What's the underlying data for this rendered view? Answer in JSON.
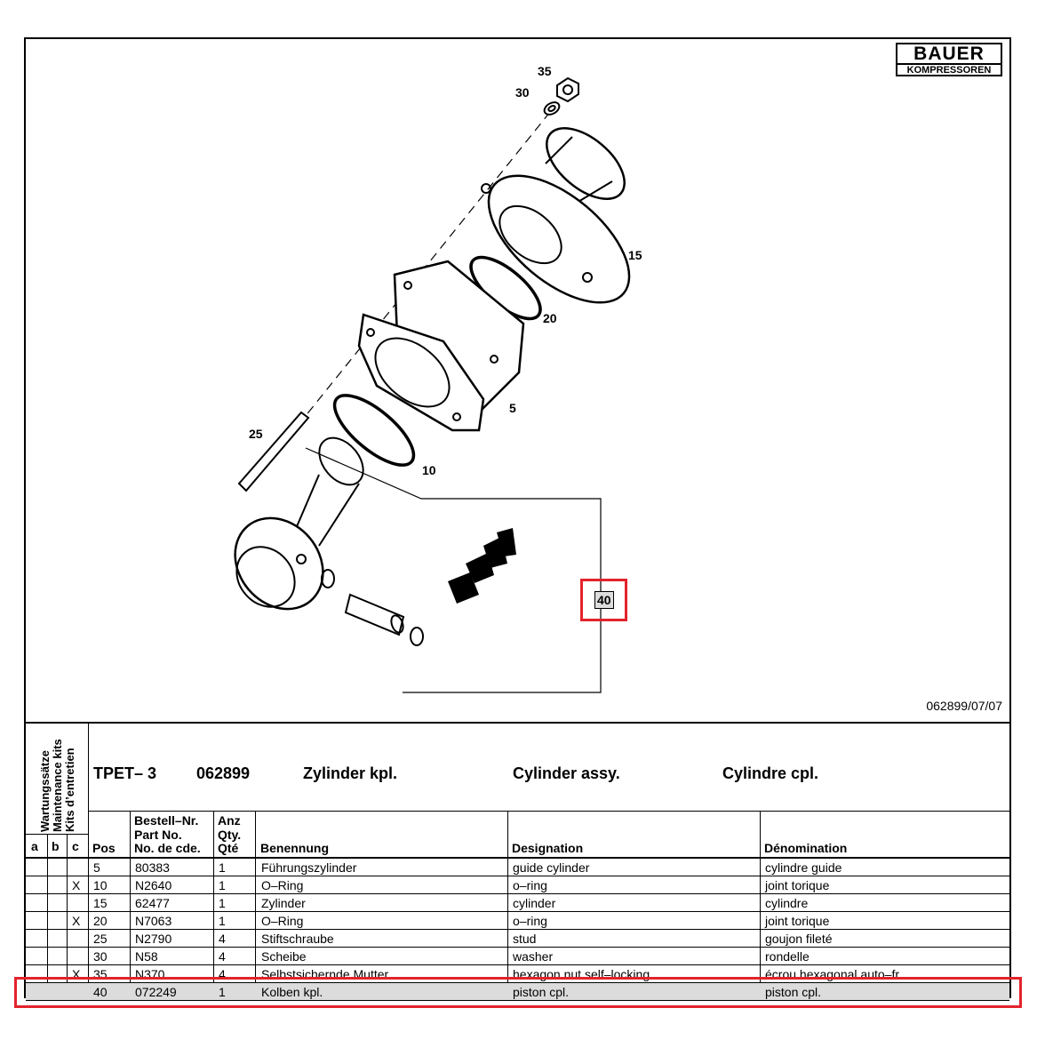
{
  "logo": {
    "line1": "BAUER",
    "line2": "KOMPRESSOREN"
  },
  "doc_ref": "062899/07/07",
  "callouts": {
    "p35": "35",
    "p30": "30",
    "p15": "15",
    "p20": "20",
    "p5": "5",
    "p25": "25",
    "p10": "10",
    "p40": "40"
  },
  "kits_labels": [
    "Wartungssätze",
    "Maintenance kits",
    "Kits d’entretien"
  ],
  "header": {
    "model": "TPET– 3",
    "code": "062899",
    "de": "Zylinder kpl.",
    "en": "Cylinder assy.",
    "fr": "Cylindre cpl."
  },
  "columns": {
    "a": "a",
    "b": "b",
    "c": "c",
    "pos": "Pos",
    "partno_1": "Bestell–Nr.",
    "partno_2": "Part No.",
    "partno_3": "No. de cde.",
    "qty_1": "Anz",
    "qty_2": "Qty.",
    "qty_3": "Qté",
    "benennung": "Benennung",
    "designation": "Designation",
    "denomination": "Dénomination"
  },
  "rows": [
    {
      "a": "",
      "b": "",
      "c": "",
      "pos": "5",
      "part": "80383",
      "qty": "1",
      "de": "Führungszylinder",
      "en": "guide cylinder",
      "fr": "cylindre guide"
    },
    {
      "a": "",
      "b": "",
      "c": "X",
      "pos": "10",
      "part": "N2640",
      "qty": "1",
      "de": "O–Ring",
      "en": "o–ring",
      "fr": "joint torique"
    },
    {
      "a": "",
      "b": "",
      "c": "",
      "pos": "15",
      "part": "62477",
      "qty": "1",
      "de": "Zylinder",
      "en": "cylinder",
      "fr": "cylindre"
    },
    {
      "a": "",
      "b": "",
      "c": "X",
      "pos": "20",
      "part": "N7063",
      "qty": "1",
      "de": "O–Ring",
      "en": "o–ring",
      "fr": "joint torique"
    },
    {
      "a": "",
      "b": "",
      "c": "",
      "pos": "25",
      "part": "N2790",
      "qty": "4",
      "de": "Stiftschraube",
      "en": "stud",
      "fr": "goujon fileté"
    },
    {
      "a": "",
      "b": "",
      "c": "",
      "pos": "30",
      "part": "N58",
      "qty": "4",
      "de": "Scheibe",
      "en": "washer",
      "fr": "rondelle"
    },
    {
      "a": "",
      "b": "",
      "c": "X",
      "pos": "35",
      "part": "N370",
      "qty": "4",
      "de": "Selbstsichernde Mutter",
      "en": "hexagon nut self–locking",
      "fr": "écrou hexagonal auto–fr"
    },
    {
      "a": "",
      "b": "",
      "c": "",
      "pos": "40",
      "part": "072249",
      "qty": "1",
      "de": "Kolben kpl.",
      "en": "piston cpl.",
      "fr": "piston cpl."
    }
  ],
  "highlight_color": "#e3232c"
}
